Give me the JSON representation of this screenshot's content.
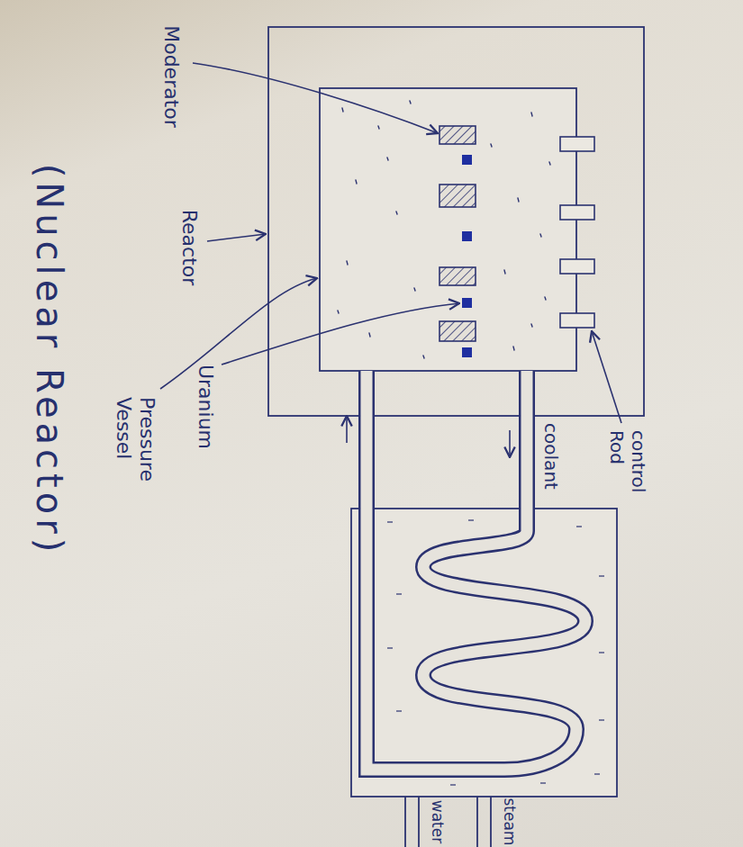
{
  "diagram": {
    "caption": "(Nuclear Reactor)",
    "labels": [
      "Moderator",
      "Reactor",
      "Uranium",
      "Pressure Vessel",
      "control Rod",
      "coolant",
      "steam",
      "water"
    ]
  }
}
